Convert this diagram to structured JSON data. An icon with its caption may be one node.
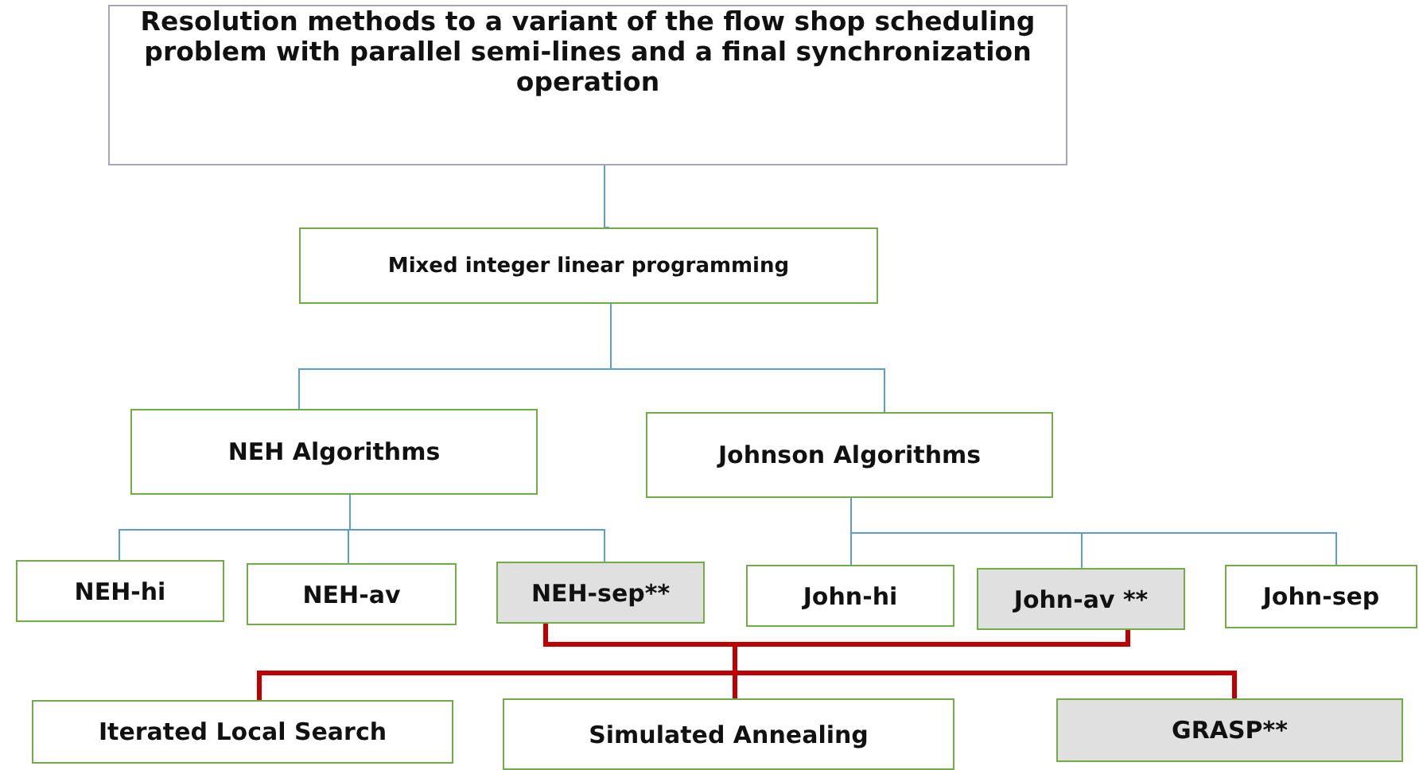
{
  "diagram": {
    "nodes": [
      {
        "text": [
          "Resolution methods to a variant of the flow shop scheduling problem with parallel semi-lines and a final synchronization operation"
        ]
      },
      {
        "text": [
          "Mixed integer linear programming"
        ]
      },
      {
        "text": [
          "NEH Algorithms"
        ]
      },
      {
        "text": [
          "Johnson Algorithms"
        ]
      },
      {
        "text": [
          "NEH-hi"
        ]
      },
      {
        "text": [
          "NEH-av"
        ]
      },
      {
        "text": [
          "NEH-sep**"
        ]
      },
      {
        "text": [
          "John-hi"
        ]
      },
      {
        "text": [
          "John-av **"
        ]
      },
      {
        "text": [
          "John-sep"
        ]
      },
      {
        "text": [
          "Iterated Local Search"
        ]
      },
      {
        "text": [
          "Simulated Annealing"
        ]
      },
      {
        "text": [
          "GRASP**"
        ]
      }
    ],
    "edges": [
      {
        "from": 0,
        "to": 1,
        "arrow": "none"
      },
      {
        "from": 1,
        "to": 2,
        "arrow": "none"
      },
      {
        "from": 1,
        "to": 3,
        "arrow": "none"
      },
      {
        "from": 2,
        "to": 4,
        "arrow": "none"
      },
      {
        "from": 2,
        "to": 5,
        "arrow": "none"
      },
      {
        "from": 2,
        "to": 6,
        "arrow": "none"
      },
      {
        "from": 3,
        "to": 7,
        "arrow": "none"
      },
      {
        "from": 3,
        "to": 8,
        "arrow": "none"
      },
      {
        "from": 3,
        "to": 9,
        "arrow": "none"
      },
      {
        "from": 6,
        "to": 10,
        "arrow": "none",
        "style": "thick",
        "color": "#c00000"
      },
      {
        "from": 6,
        "to": 11,
        "arrow": "none",
        "style": "thick",
        "color": "#c00000"
      },
      {
        "from": 6,
        "to": 12,
        "arrow": "none",
        "style": "thick",
        "color": "#c00000"
      },
      {
        "from": 8,
        "to": 10,
        "arrow": "none",
        "style": "thick",
        "color": "#c00000"
      },
      {
        "from": 8,
        "to": 11,
        "arrow": "none",
        "style": "thick",
        "color": "#c00000"
      },
      {
        "from": 8,
        "to": 12,
        "arrow": "none",
        "style": "thick",
        "color": "#c00000"
      }
    ]
  }
}
